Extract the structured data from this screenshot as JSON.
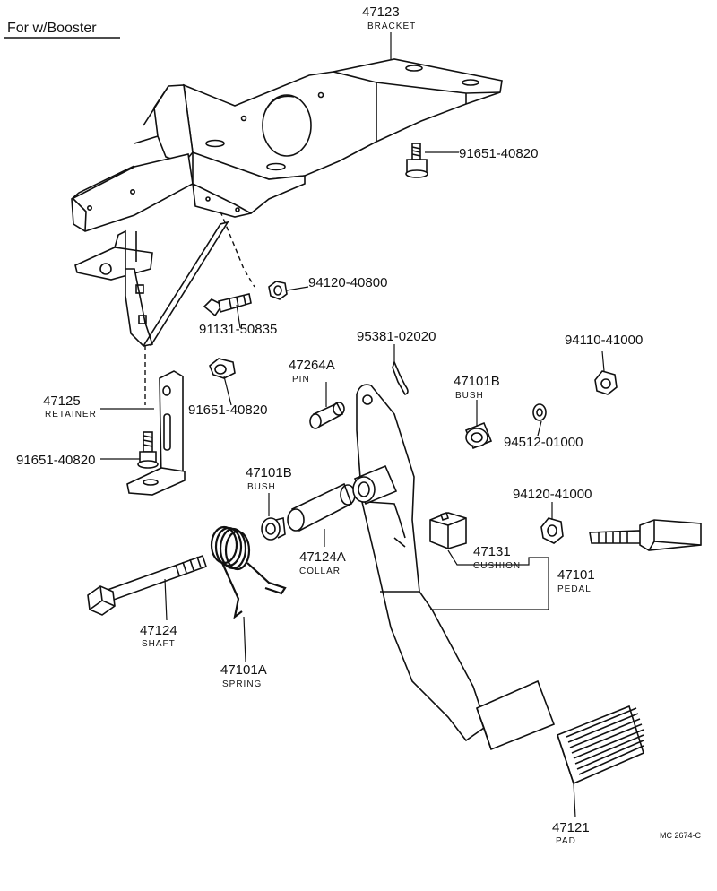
{
  "header": {
    "title": "For w/Booster"
  },
  "parts": {
    "bracket": {
      "number": "47123",
      "name": "BRACKET"
    },
    "bolt_upper": {
      "number": "91651-40820"
    },
    "nut_upper": {
      "number": "94120-40800"
    },
    "bolt_flange": {
      "number": "91131-50835"
    },
    "retainer": {
      "number": "47125",
      "name": "RETAINER"
    },
    "bolt_ret1": {
      "number": "91651-40820"
    },
    "bolt_ret2": {
      "number": "91651-40820"
    },
    "cotter_pin": {
      "number": "95381-02020"
    },
    "pin": {
      "number": "47264A",
      "name": "PIN"
    },
    "bush_right": {
      "number": "47101B",
      "name": "BUSH"
    },
    "nut_small": {
      "number": "94110-41000"
    },
    "washer": {
      "number": "94512-01000"
    },
    "bush_left": {
      "number": "47101B",
      "name": "BUSH"
    },
    "nut_stop": {
      "number": "94120-41000"
    },
    "collar": {
      "number": "47124A",
      "name": "COLLAR"
    },
    "cushion": {
      "number": "47131",
      "name": "CUSHION"
    },
    "pedal": {
      "number": "47101",
      "name": "PEDAL"
    },
    "shaft": {
      "number": "47124",
      "name": "SHAFT"
    },
    "spring": {
      "number": "47101A",
      "name": "SPRING"
    },
    "pad": {
      "number": "47121",
      "name": "PAD"
    }
  },
  "footer": {
    "reference": "MC  2674-C"
  }
}
